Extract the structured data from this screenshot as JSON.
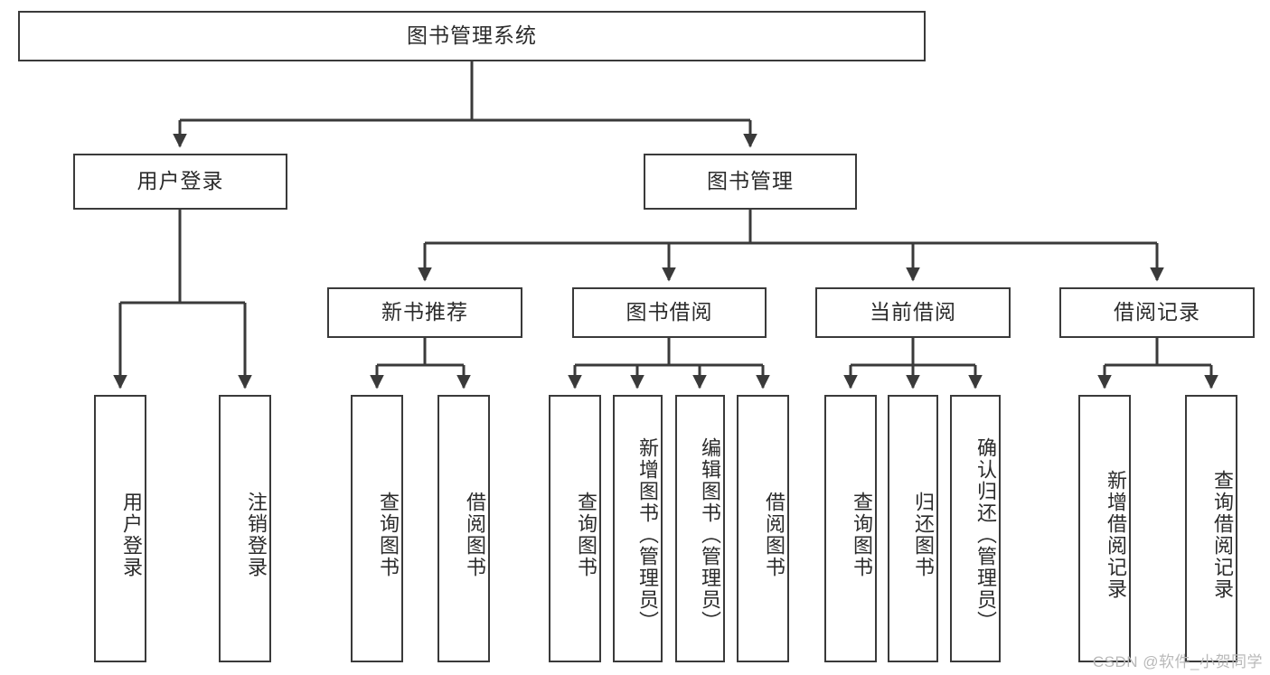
{
  "diagram": {
    "title": "图书管理系统",
    "watermark": "CSDN @软件_小贺同学",
    "stroke_color": "#3a3a3a",
    "text_color": "#2b2b2b",
    "background_color": "#ffffff"
  },
  "nodes": {
    "root": {
      "label": "图书管理系统"
    },
    "level1": [
      {
        "id": "user-login",
        "label": "用户登录"
      },
      {
        "id": "book-management",
        "label": "图书管理"
      }
    ],
    "level2": [
      {
        "id": "new-book-recommend",
        "label": "新书推荐"
      },
      {
        "id": "book-borrow",
        "label": "图书借阅"
      },
      {
        "id": "current-borrow",
        "label": "当前借阅"
      },
      {
        "id": "borrow-record",
        "label": "借阅记录"
      }
    ],
    "leaves": {
      "user_login": [
        {
          "id": "leaf-user-login",
          "label": "用户登录"
        },
        {
          "id": "leaf-logout-login",
          "label": "注销登录"
        }
      ],
      "new_book_recommend": [
        {
          "id": "leaf-query-book-1",
          "label": "查询图书"
        },
        {
          "id": "leaf-borrow-book-1",
          "label": "借阅图书"
        }
      ],
      "book_borrow": [
        {
          "id": "leaf-query-book-2",
          "label": "查询图书"
        },
        {
          "id": "leaf-add-book-admin",
          "label": "新增图书（管理员）"
        },
        {
          "id": "leaf-edit-book-admin",
          "label": "编辑图书（管理员）"
        },
        {
          "id": "leaf-borrow-book-2",
          "label": "借阅图书"
        }
      ],
      "current_borrow": [
        {
          "id": "leaf-query-book-3",
          "label": "查询图书"
        },
        {
          "id": "leaf-return-book",
          "label": "归还图书"
        },
        {
          "id": "leaf-confirm-return-admin",
          "label": "确认归还（管理员）"
        }
      ],
      "borrow_record": [
        {
          "id": "leaf-add-borrow-record",
          "label": "新增借阅记录"
        },
        {
          "id": "leaf-query-borrow-record",
          "label": "查询借阅记录"
        }
      ]
    }
  }
}
